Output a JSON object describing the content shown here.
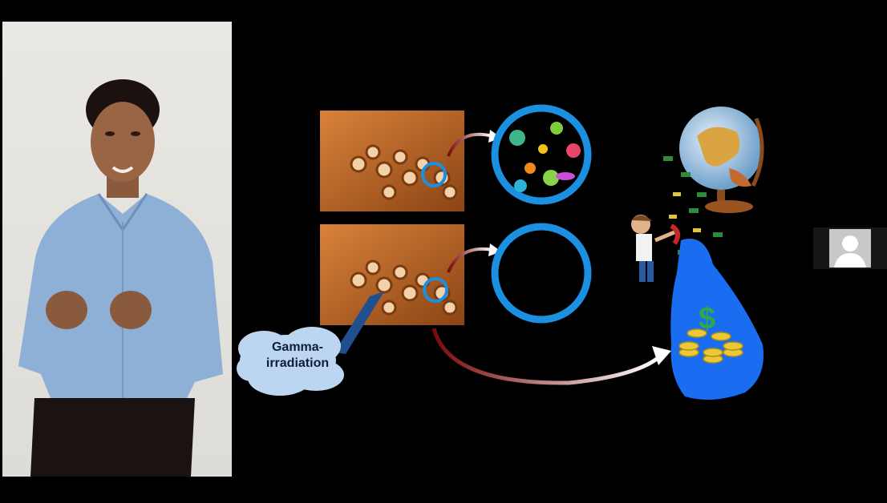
{
  "slide": {
    "cloud_label": "Gamma-\nirradiation"
  },
  "icons": {
    "speaker": "speaker-video-feed",
    "participant": "default-avatar-icon",
    "cinnamon": "cinnamon-sticks-image",
    "microbes": "microbes-icon",
    "globe": "globe-icon",
    "map": "sri-lanka-map-icon",
    "money": "money-icon",
    "person": "scientist-with-magnet-icon"
  },
  "colors": {
    "background": "#000000",
    "circle_blue": "#1b8fe0",
    "map_blue": "#1a6df0",
    "cloud": "#bcd6f2",
    "cinnamon": "#b8651f"
  }
}
